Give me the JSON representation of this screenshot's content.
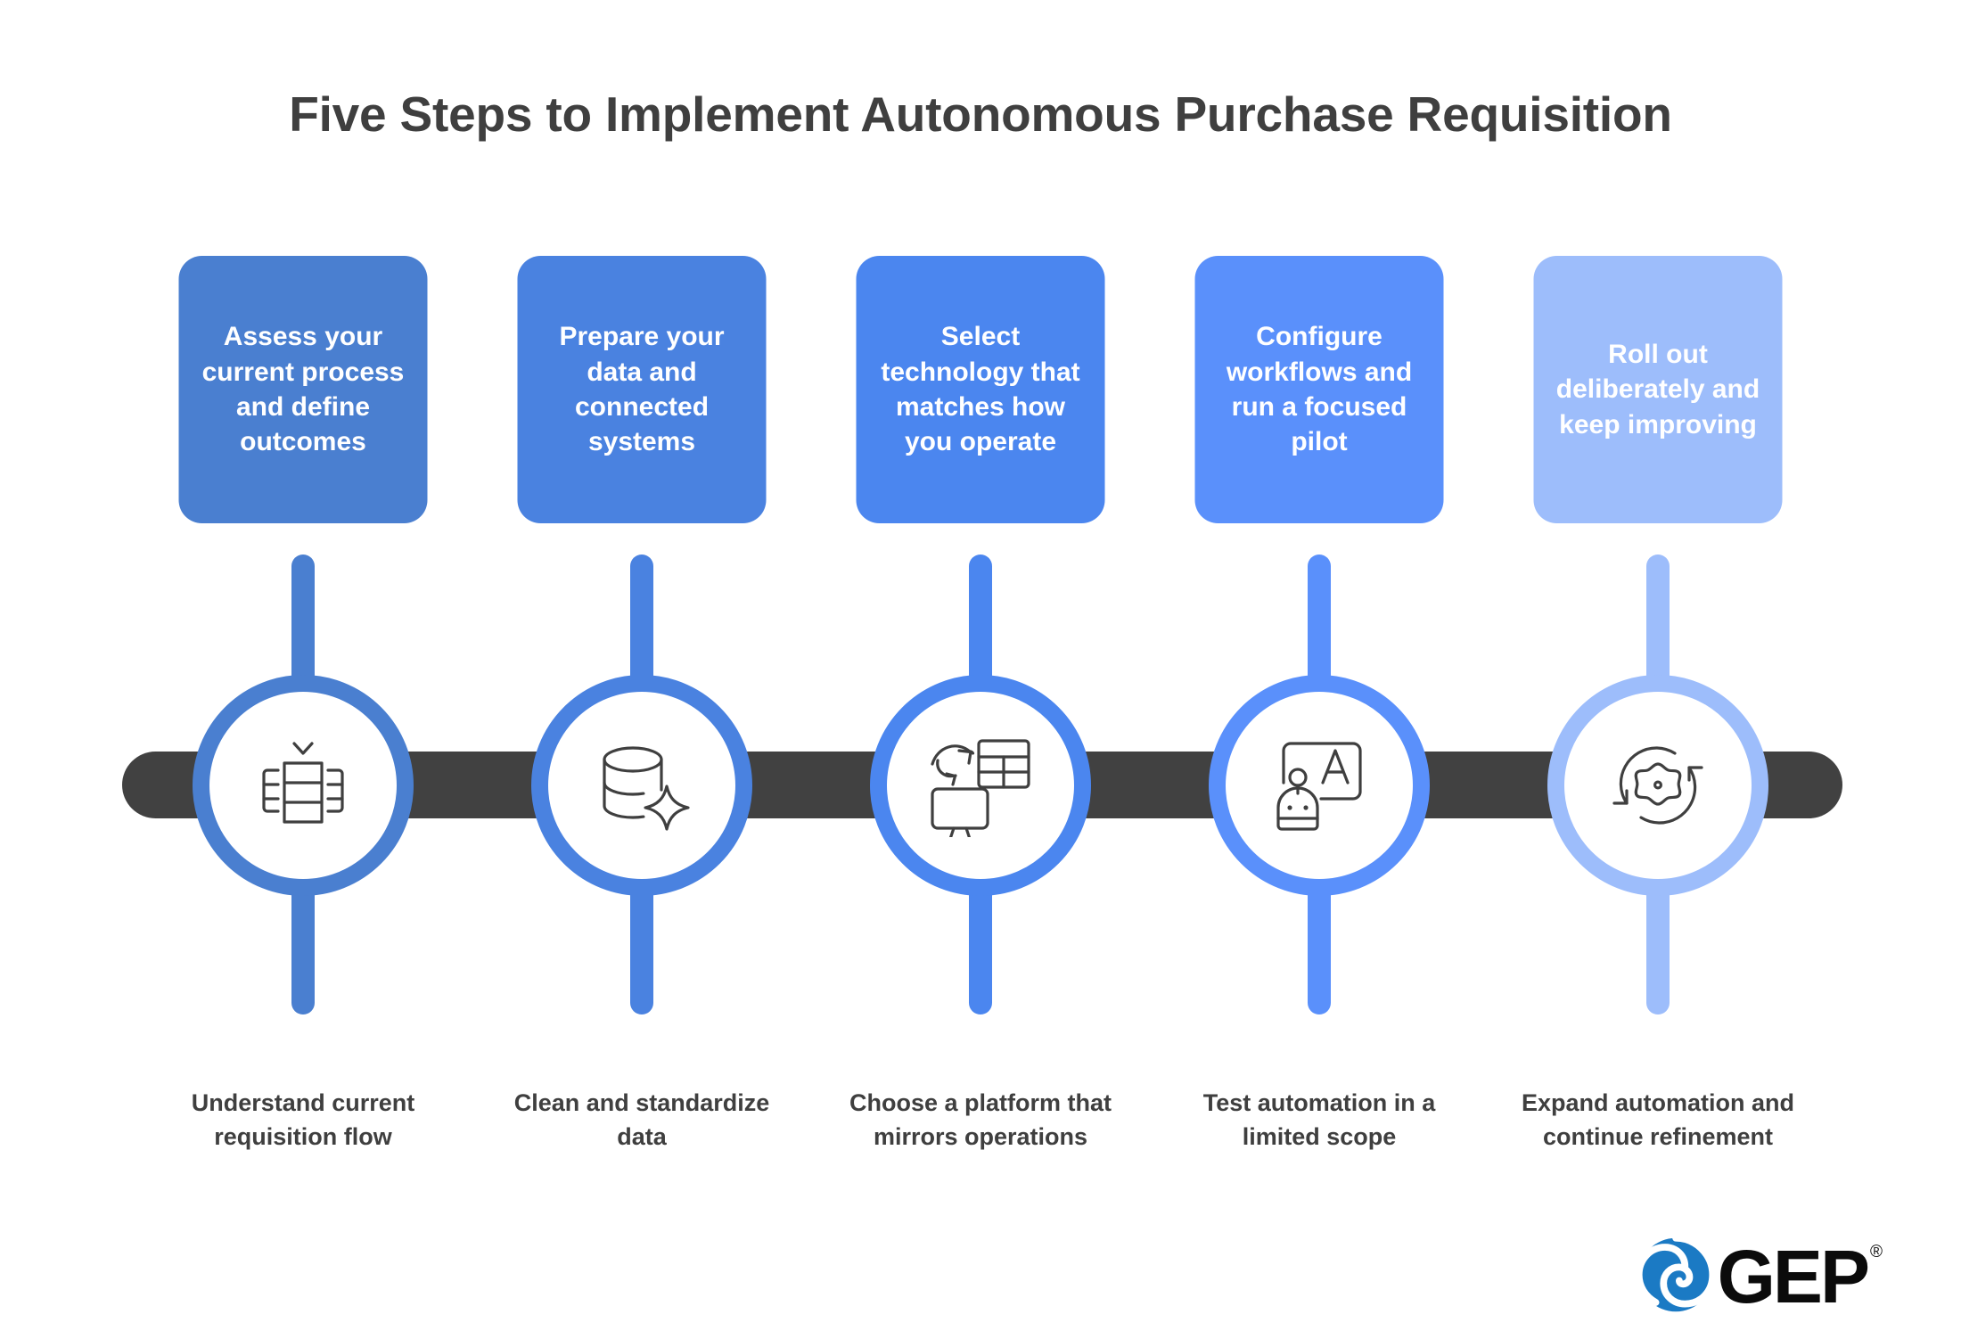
{
  "page": {
    "title": "Five Steps to Implement Autonomous Purchase Requisition",
    "background": "#ffffff",
    "track_color": "#414141",
    "title_color": "#3f3f3f",
    "caption_color": "#3f3f3f"
  },
  "steps": [
    {
      "card_label": "Assess your current process and define outcomes",
      "caption": "Understand current requisition flow",
      "icon": "process-table-check-icon",
      "color": "#4a7fd0"
    },
    {
      "card_label": "Prepare your data and connected systems",
      "caption": "Clean and standardize data",
      "icon": "database-sparkle-icon",
      "color": "#4a82e0"
    },
    {
      "card_label": "Select technology that matches how you operate",
      "caption": "Choose a platform that mirrors operations",
      "icon": "monitor-table-sync-icon",
      "color": "#4b86ef"
    },
    {
      "card_label": "Configure workflows and run a focused pilot",
      "caption": "Test automation in a limited scope",
      "icon": "robot-screen-icon",
      "color": "#5a90fb"
    },
    {
      "card_label": "Roll out deliberately and keep improving",
      "caption": "Expand automation and continue refinement",
      "icon": "gear-refresh-icon",
      "color": "#9dbdfb"
    }
  ],
  "logo": {
    "name": "GEP",
    "wordmark": "GEP",
    "registered_mark": "®",
    "mark_icon": "gep-swirl-icon",
    "mark_color": "#1b7ac4"
  }
}
